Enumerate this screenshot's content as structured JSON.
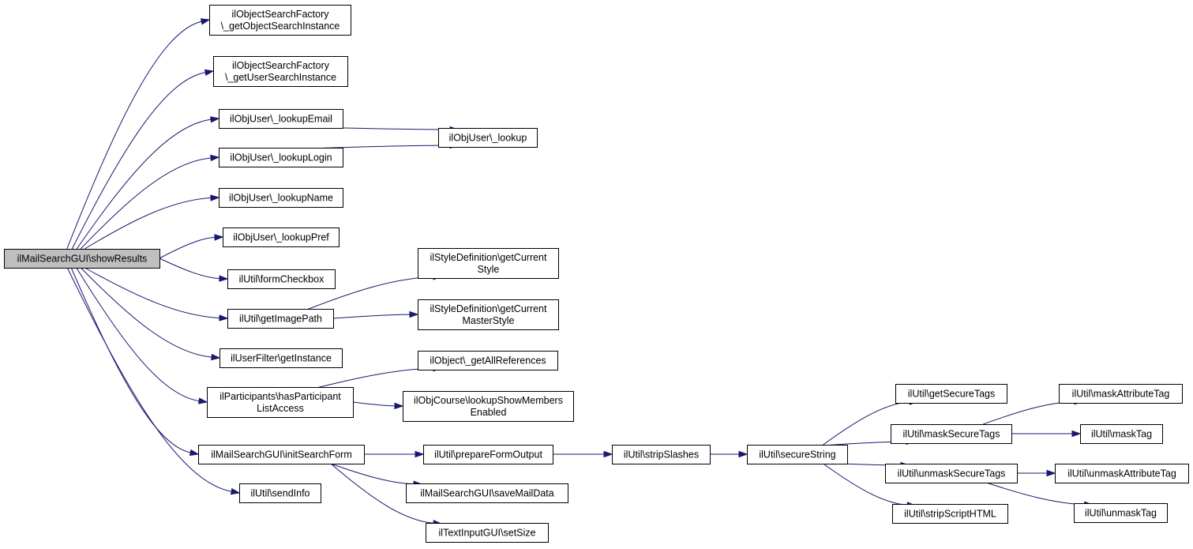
{
  "diagram": {
    "nodes": [
      {
        "id": "showResults",
        "lines": [
          "ilMailSearchGUI\\showResults"
        ],
        "highlighted": true
      },
      {
        "id": "getObjectSearchInstance",
        "lines": [
          "ilObjectSearchFactory",
          "\\_getObjectSearchInstance"
        ]
      },
      {
        "id": "getUserSearchInstance",
        "lines": [
          "ilObjectSearchFactory",
          "\\_getUserSearchInstance"
        ]
      },
      {
        "id": "lookupEmail",
        "lines": [
          "ilObjUser\\_lookupEmail"
        ]
      },
      {
        "id": "lookupLogin",
        "lines": [
          "ilObjUser\\_lookupLogin"
        ]
      },
      {
        "id": "lookup",
        "lines": [
          "ilObjUser\\_lookup"
        ]
      },
      {
        "id": "lookupName",
        "lines": [
          "ilObjUser\\_lookupName"
        ]
      },
      {
        "id": "lookupPref",
        "lines": [
          "ilObjUser\\_lookupPref"
        ]
      },
      {
        "id": "formCheckbox",
        "lines": [
          "ilUtil\\formCheckbox"
        ]
      },
      {
        "id": "getImagePath",
        "lines": [
          "ilUtil\\getImagePath"
        ]
      },
      {
        "id": "getCurrentStyle",
        "lines": [
          "ilStyleDefinition\\getCurrent",
          "Style"
        ]
      },
      {
        "id": "getCurrentMasterStyle",
        "lines": [
          "ilStyleDefinition\\getCurrent",
          "MasterStyle"
        ]
      },
      {
        "id": "getInstance",
        "lines": [
          "ilUserFilter\\getInstance"
        ]
      },
      {
        "id": "hasParticipantListAccess",
        "lines": [
          "ilParticipants\\hasParticipant",
          "ListAccess"
        ]
      },
      {
        "id": "getAllReferences",
        "lines": [
          "ilObject\\_getAllReferences"
        ]
      },
      {
        "id": "lookupShowMembersEnabled",
        "lines": [
          "ilObjCourse\\lookupShowMembers",
          "Enabled"
        ]
      },
      {
        "id": "initSearchForm",
        "lines": [
          "ilMailSearchGUI\\initSearchForm"
        ]
      },
      {
        "id": "prepareFormOutput",
        "lines": [
          "ilUtil\\prepareFormOutput"
        ]
      },
      {
        "id": "stripSlashes",
        "lines": [
          "ilUtil\\stripSlashes"
        ]
      },
      {
        "id": "secureString",
        "lines": [
          "ilUtil\\secureString"
        ]
      },
      {
        "id": "getSecureTags",
        "lines": [
          "ilUtil\\getSecureTags"
        ]
      },
      {
        "id": "maskSecureTags",
        "lines": [
          "ilUtil\\maskSecureTags"
        ]
      },
      {
        "id": "unmaskSecureTags",
        "lines": [
          "ilUtil\\unmaskSecureTags"
        ]
      },
      {
        "id": "stripScriptHTML",
        "lines": [
          "ilUtil\\stripScriptHTML"
        ]
      },
      {
        "id": "maskAttributeTag",
        "lines": [
          "ilUtil\\maskAttributeTag"
        ]
      },
      {
        "id": "maskTag",
        "lines": [
          "ilUtil\\maskTag"
        ]
      },
      {
        "id": "unmaskAttributeTag",
        "lines": [
          "ilUtil\\unmaskAttributeTag"
        ]
      },
      {
        "id": "unmaskTag",
        "lines": [
          "ilUtil\\unmaskTag"
        ]
      },
      {
        "id": "saveMailData",
        "lines": [
          "ilMailSearchGUI\\saveMailData"
        ]
      },
      {
        "id": "setSize",
        "lines": [
          "ilTextInputGUI\\setSize"
        ]
      },
      {
        "id": "sendInfo",
        "lines": [
          "ilUtil\\sendInfo"
        ]
      }
    ],
    "edges": [
      {
        "from": "showResults",
        "to": "getObjectSearchInstance"
      },
      {
        "from": "showResults",
        "to": "getUserSearchInstance"
      },
      {
        "from": "showResults",
        "to": "lookupEmail"
      },
      {
        "from": "showResults",
        "to": "lookupLogin"
      },
      {
        "from": "showResults",
        "to": "lookupName"
      },
      {
        "from": "showResults",
        "to": "lookupPref"
      },
      {
        "from": "showResults",
        "to": "formCheckbox"
      },
      {
        "from": "showResults",
        "to": "getImagePath"
      },
      {
        "from": "showResults",
        "to": "getInstance"
      },
      {
        "from": "showResults",
        "to": "hasParticipantListAccess"
      },
      {
        "from": "showResults",
        "to": "initSearchForm"
      },
      {
        "from": "showResults",
        "to": "sendInfo"
      },
      {
        "from": "lookupEmail",
        "to": "lookup"
      },
      {
        "from": "lookupLogin",
        "to": "lookup"
      },
      {
        "from": "getImagePath",
        "to": "getCurrentStyle"
      },
      {
        "from": "getImagePath",
        "to": "getCurrentMasterStyle"
      },
      {
        "from": "hasParticipantListAccess",
        "to": "getAllReferences"
      },
      {
        "from": "hasParticipantListAccess",
        "to": "lookupShowMembersEnabled"
      },
      {
        "from": "initSearchForm",
        "to": "prepareFormOutput"
      },
      {
        "from": "initSearchForm",
        "to": "saveMailData"
      },
      {
        "from": "initSearchForm",
        "to": "setSize"
      },
      {
        "from": "prepareFormOutput",
        "to": "stripSlashes"
      },
      {
        "from": "stripSlashes",
        "to": "secureString"
      },
      {
        "from": "secureString",
        "to": "getSecureTags"
      },
      {
        "from": "secureString",
        "to": "maskSecureTags"
      },
      {
        "from": "secureString",
        "to": "unmaskSecureTags"
      },
      {
        "from": "secureString",
        "to": "stripScriptHTML"
      },
      {
        "from": "maskSecureTags",
        "to": "maskAttributeTag"
      },
      {
        "from": "maskSecureTags",
        "to": "maskTag"
      },
      {
        "from": "unmaskSecureTags",
        "to": "unmaskAttributeTag"
      },
      {
        "from": "unmaskSecureTags",
        "to": "unmaskTag"
      }
    ],
    "colors": {
      "edge": "#191970",
      "node_border": "#000000",
      "node_fill": "#ffffff",
      "highlight_fill": "#bfbfbf"
    }
  }
}
